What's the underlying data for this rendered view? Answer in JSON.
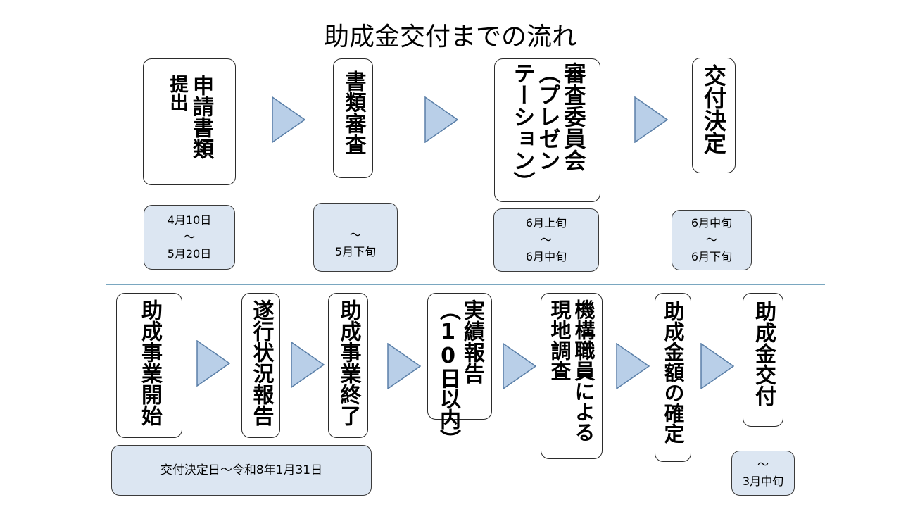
{
  "title": "助成金交付までの流れ",
  "top_row": [
    {
      "label_lines": [
        "申請書類",
        "提出"
      ]
    },
    {
      "label_lines": [
        "書類審査"
      ]
    },
    {
      "label_lines": [
        "審査委員会",
        "（プレゼン",
        "テーション）"
      ]
    },
    {
      "label_lines": [
        "交付決定"
      ]
    }
  ],
  "top_schedule": [
    {
      "lines": [
        "4月10日",
        "～",
        "5月20日"
      ]
    },
    {
      "lines": [
        "～",
        "5月下旬"
      ]
    },
    {
      "lines": [
        "6月上旬",
        "～",
        "6月中旬"
      ]
    },
    {
      "lines": [
        "6月中旬",
        "～",
        "6月下旬"
      ]
    }
  ],
  "bottom_row": [
    {
      "label_lines": [
        "助成事業開始"
      ]
    },
    {
      "label_lines": [
        "遂行状況報告"
      ]
    },
    {
      "label_lines": [
        "助成事業終了"
      ]
    },
    {
      "label_lines": [
        "実績報告",
        "（10日以内）"
      ]
    },
    {
      "label_lines": [
        "機構職員による",
        "現地調査"
      ]
    },
    {
      "label_lines": [
        "助成金額の確定"
      ]
    },
    {
      "label_lines": [
        "助成金交付"
      ]
    }
  ],
  "bottom_schedule": [
    {
      "lines": [
        "交付決定日～令和8年1月31日"
      ]
    },
    {
      "lines": [
        "～",
        "3月中旬"
      ]
    }
  ],
  "colors": {
    "arrow_fill": "#b9cfe8",
    "arrow_stroke": "#5a7fa8",
    "schedule_fill": "#dce6f2",
    "divider": "#7aa7c0"
  },
  "icons": {
    "flow_arrow": "triangle-right"
  }
}
